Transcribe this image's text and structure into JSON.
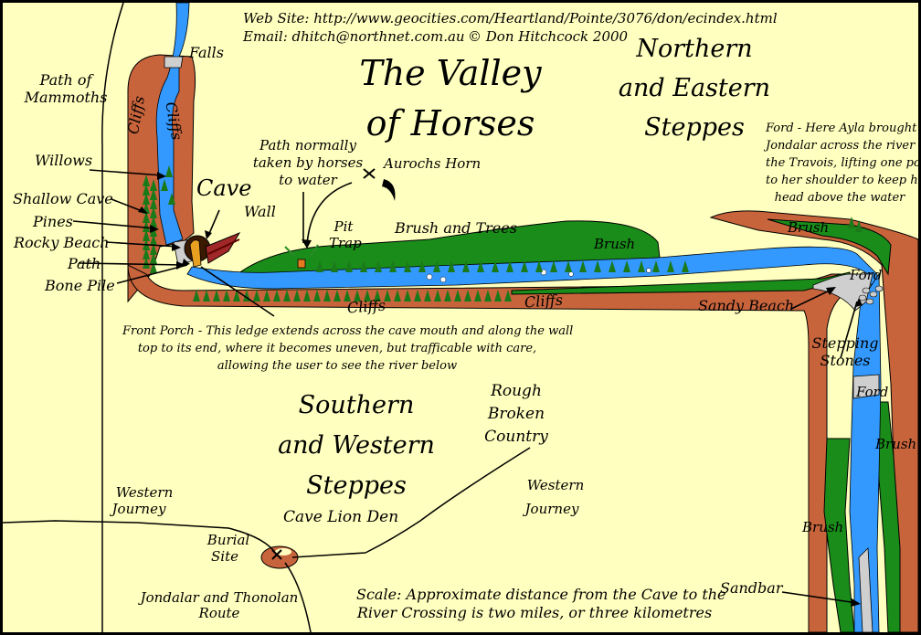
{
  "header": {
    "website": "Web Site:   http://www.geocities.com/Heartland/Pointe/3076/don/ecindex.html",
    "email": "Email:   dhitch@northnet.com.au",
    "copyright": "© Don Hitchcock 2000"
  },
  "title": {
    "line1": "The Valley",
    "line2": "of Horses"
  },
  "regions": {
    "northern_eastern": [
      "Northern",
      "and Eastern",
      "Steppes"
    ],
    "southern_western": [
      "Southern",
      "and Western",
      "Steppes"
    ],
    "rough_broken": [
      "Rough",
      "Broken",
      "Country"
    ]
  },
  "labels": {
    "path_of_mammoths": [
      "Path of",
      "Mammoths"
    ],
    "falls": "Falls",
    "cliffs": "Cliffs",
    "willows": "Willows",
    "shallow_cave": "Shallow Cave",
    "pines": "Pines",
    "rocky_beach": "Rocky Beach",
    "path": "Path",
    "bone_pile": "Bone Pile",
    "cave": "Cave",
    "wall": "Wall",
    "horse_path": [
      "Path normally",
      "taken by horses",
      "to water"
    ],
    "aurochs_horn": "Aurochs Horn",
    "pit_trap": [
      "Pit",
      "Trap"
    ],
    "brush_and_trees": "Brush and Trees",
    "brush": "Brush",
    "ford": "Ford",
    "sandy_beach": "Sandy Beach",
    "stepping_stones": [
      "Stepping",
      "Stones"
    ],
    "sandbar": "Sandbar",
    "cave_lion_den": "Cave Lion Den",
    "western_journey": [
      "Western",
      "Journey"
    ],
    "burial_site": [
      "Burial",
      "Site"
    ],
    "jondalar_route": [
      "Jondalar and Thonolan",
      "Route"
    ]
  },
  "notes": {
    "ford_note": [
      "Ford - Here Ayla brought",
      "Jondalar across the river on",
      "the Travois, lifting one pole",
      "to her shoulder to keep his",
      "head above the water"
    ],
    "front_porch": [
      "Front Porch - This ledge extends across the cave mouth and along the wall",
      "top to its end, where it becomes uneven, but trafficable with care,",
      "allowing the user to see the river below"
    ],
    "scale": [
      "Scale: Approximate distance from the Cave to the",
      "River Crossing is two miles, or three kilometres"
    ]
  },
  "colors": {
    "land": "#ffffbf",
    "cliff": "#c8643c",
    "river": "#3399ff",
    "brush": "#1a8c1a",
    "sand": "#c8c8c8",
    "border": "#000000"
  }
}
